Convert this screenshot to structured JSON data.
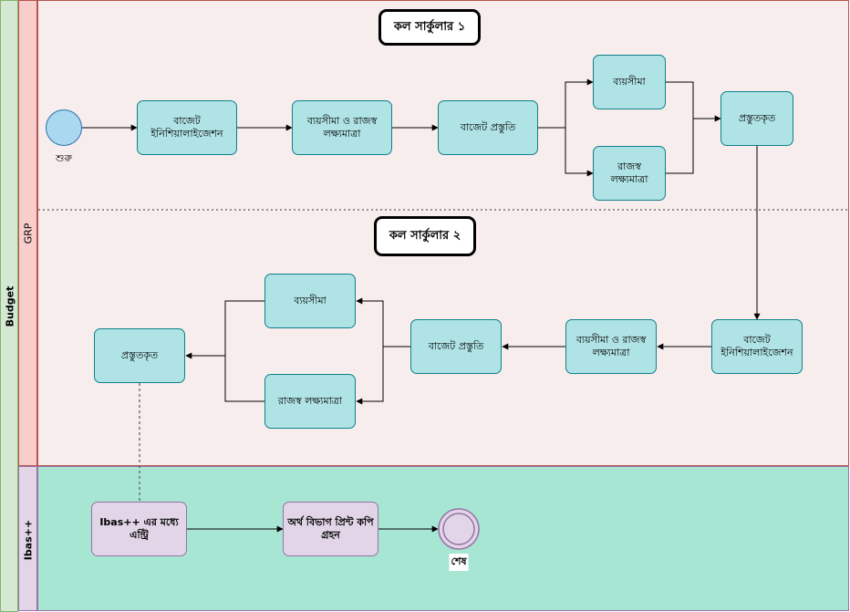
{
  "pool": {
    "label": "Budget"
  },
  "lanes": {
    "grp": "GRP",
    "ibas": "Ibas++"
  },
  "call_circular_1": {
    "title": "কল সার্কুলার ১",
    "start_label": "শুরু",
    "budget_init": "বাজেট ইনিশিয়ালাইজেশন",
    "ceiling_target": "ব্যয়সীমা ও রাজস্ব লক্ষ্যমাত্রা",
    "budget_prep": "বাজেট প্রস্তুতি",
    "expenditure_ceiling": "ব্যয়সীমা",
    "revenue_target": "রাজস্ব লক্ষ্যমাত্রা",
    "prepared": "প্রস্তুতকৃত"
  },
  "call_circular_2": {
    "title": "কল সার্কুলার ২",
    "budget_init": "বাজেট ইনিশিয়ালাইজেশন",
    "ceiling_target": "ব্যয়সীমা ও রাজস্ব লক্ষ্যমাত্রা",
    "budget_prep": "বাজেট প্রস্তুতি",
    "expenditure_ceiling": "ব্যয়সীমা",
    "revenue_target": "রাজস্ব লক্ষ্যমাত্রা",
    "prepared": "প্রস্তুতকৃত"
  },
  "ibas": {
    "entry": "Ibas++ এর মধ্যে এন্ট্রি",
    "print_copy": "অর্থ বিভাগ প্রিন্ট কপি গ্রহন",
    "end_label": "শেষ"
  },
  "colors": {
    "task_fill": "#b0e3e6",
    "task_stroke": "#0e8088",
    "ibas_task_fill": "#e1d5e7",
    "grp_lane": "#f8eded",
    "ibas_lane": "#a8e6d4",
    "start_fill": "#a9d8f0"
  }
}
